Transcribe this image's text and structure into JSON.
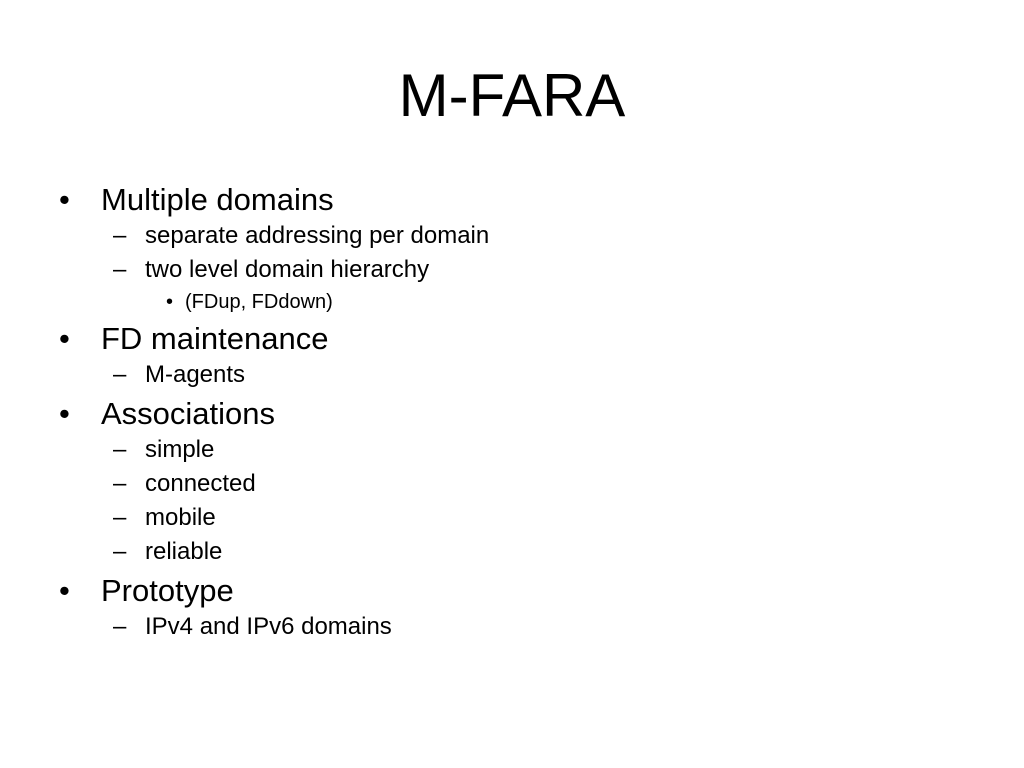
{
  "slide": {
    "title": "M-FARA",
    "bullet_glyph": "•",
    "dash_glyph": "–",
    "items": [
      {
        "text": "Multiple domains",
        "children": [
          {
            "text": "separate addressing per domain"
          },
          {
            "text": "two level domain hierarchy",
            "children": [
              {
                "text": "(FDup, FDdown)"
              }
            ]
          }
        ]
      },
      {
        "text": "FD maintenance",
        "children": [
          {
            "text": "M-agents"
          }
        ]
      },
      {
        "text": "Associations",
        "children": [
          {
            "text": "simple"
          },
          {
            "text": "connected"
          },
          {
            "text": "mobile"
          },
          {
            "text": "reliable"
          }
        ]
      },
      {
        "text": "Prototype",
        "children": [
          {
            "text": "IPv4 and IPv6 domains"
          }
        ]
      }
    ]
  }
}
